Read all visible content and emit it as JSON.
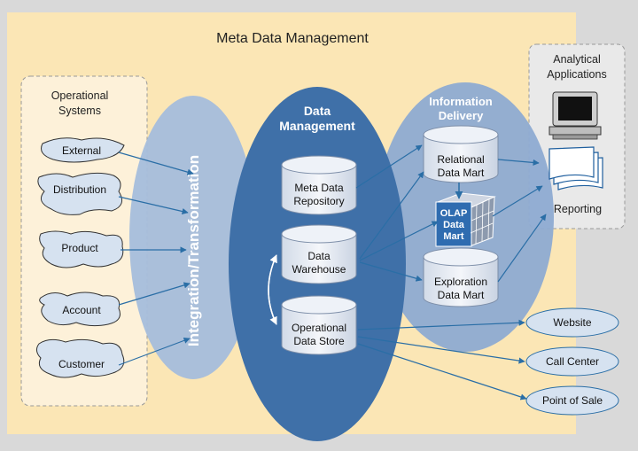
{
  "title": "Meta Data Management",
  "operational": {
    "heading_line1": "Operational",
    "heading_line2": "Systems",
    "sources": [
      "External",
      "Distribution",
      "Product",
      "Account",
      "Customer"
    ]
  },
  "integration": {
    "label": "Integration/Transformation"
  },
  "data_management": {
    "heading_line1": "Data",
    "heading_line2": "Management",
    "stores": [
      {
        "line1": "Meta Data",
        "line2": "Repository"
      },
      {
        "line1": "Data",
        "line2": "Warehouse"
      },
      {
        "line1": "Operational",
        "line2": "Data Store"
      }
    ]
  },
  "information_delivery": {
    "heading_line1": "Information",
    "heading_line2": "Delivery",
    "relational": {
      "line1": "Relational",
      "line2": "Data Mart"
    },
    "olap": {
      "line1": "OLAP",
      "line2": "Data",
      "line3": "Mart"
    },
    "exploration": {
      "line1": "Exploration",
      "line2": "Data Mart"
    }
  },
  "analytical": {
    "heading_line1": "Analytical",
    "heading_line2": "Applications",
    "reporting": "Reporting"
  },
  "channels": [
    "Website",
    "Call Center",
    "Point of Sale"
  ],
  "colors": {
    "outer_bg": "#fbe6b5",
    "dark_blue": "#3e6fa6",
    "mid_blue": "#8aa8d0",
    "light_blue": "#a9c0de",
    "shape_fill": "#d6e2f0",
    "arrow": "#2a6ea6"
  }
}
